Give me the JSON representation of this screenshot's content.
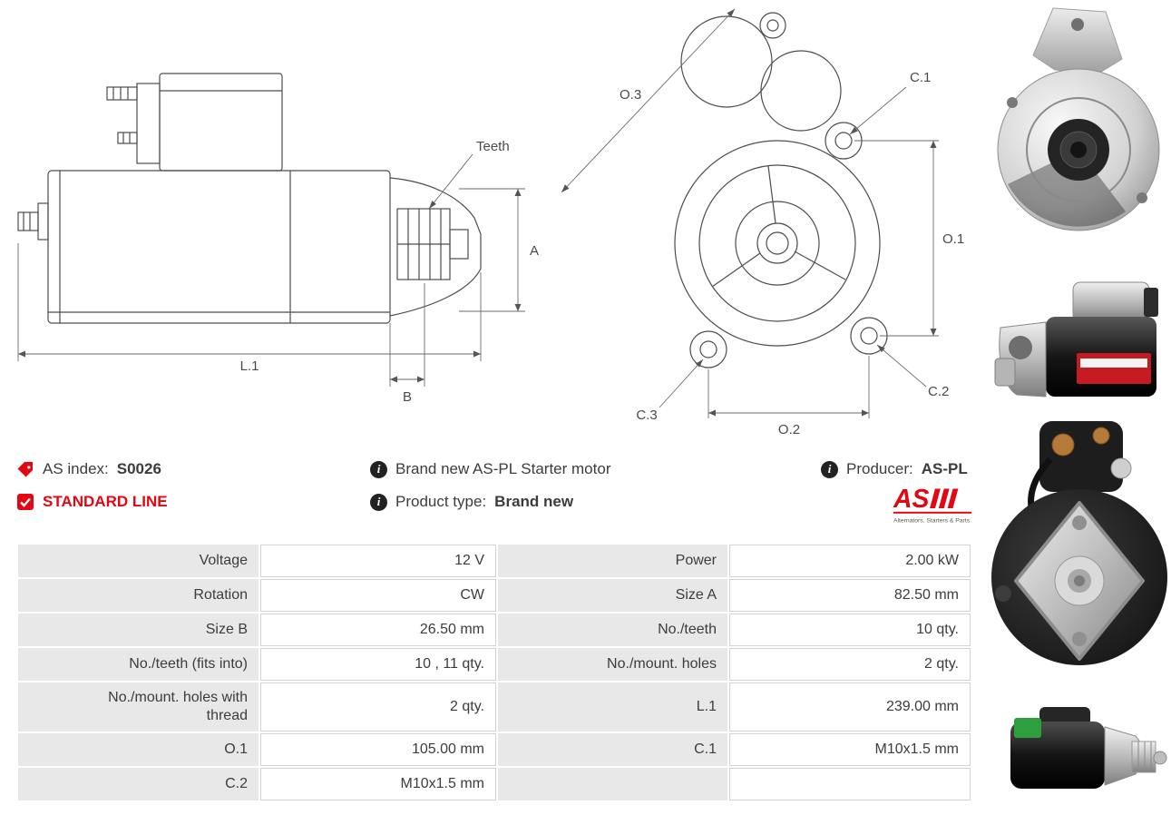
{
  "diagram": {
    "labels": {
      "teeth": "Teeth",
      "a": "A",
      "l1": "L.1",
      "b": "B",
      "o3": "O.3",
      "o1": "O.1",
      "o2": "O.2",
      "c1": "C.1",
      "c2": "C.2",
      "c3": "C.3"
    }
  },
  "info": {
    "icon_glyph": "i",
    "as_index_label": "AS index:",
    "as_index_value": "S0026",
    "standard_line": "STANDARD LINE",
    "brand_new": "Brand new AS-PL Starter motor",
    "product_type_label": "Product type:",
    "product_type_value": "Brand new",
    "producer_label": "Producer:",
    "producer_value": "AS-PL",
    "logo_text": "AS",
    "logo_tagline": "Alternators, Starters & Parts"
  },
  "specs": {
    "rows": [
      {
        "l1": "Voltage",
        "v1": "12 V",
        "l2": "Power",
        "v2": "2.00 kW"
      },
      {
        "l1": "Rotation",
        "v1": "CW",
        "l2": "Size A",
        "v2": "82.50 mm"
      },
      {
        "l1": "Size B",
        "v1": "26.50 mm",
        "l2": "No./teeth",
        "v2": "10 qty."
      },
      {
        "l1": "No./teeth (fits into)",
        "v1": "10 , 11 qty.",
        "l2": "No./mount. holes",
        "v2": "2 qty."
      },
      {
        "l1": "No./mount. holes with\nthread",
        "v1": "2 qty.",
        "l2": "L.1",
        "v2": "239.00 mm"
      },
      {
        "l1": "O.1",
        "v1": "105.00 mm",
        "l2": "C.1",
        "v2": "M10x1.5 mm"
      },
      {
        "l1": "C.2",
        "v1": "M10x1.5 mm",
        "l2": "",
        "v2": ""
      }
    ]
  },
  "colors": {
    "accent_red": "#e30613",
    "cell_gray": "#e8e8e8",
    "line_gray": "#4d4d4d"
  }
}
